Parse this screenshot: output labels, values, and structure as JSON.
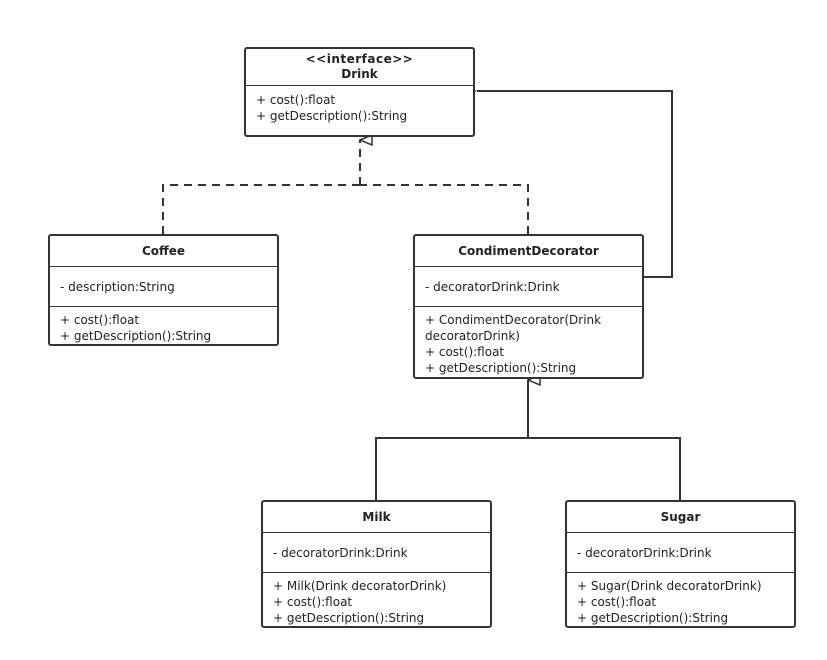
{
  "diagram": {
    "classes": {
      "drink": {
        "stereotype": "<<interface>>",
        "name": "Drink",
        "attributes": [],
        "methods": [
          "+ cost():float",
          "+ getDescription():String"
        ]
      },
      "coffee": {
        "name": "Coffee",
        "attributes": [
          "- description:String"
        ],
        "methods": [
          "+ cost():float",
          "+ getDescription():String"
        ]
      },
      "condiment_decorator": {
        "name": "CondimentDecorator",
        "attributes": [
          "- decoratorDrink:Drink"
        ],
        "methods": [
          "+ CondimentDecorator(Drink decoratorDrink)",
          "+ cost():float",
          "+ getDescription():String"
        ]
      },
      "milk": {
        "name": "Milk",
        "attributes": [
          "- decoratorDrink:Drink"
        ],
        "methods": [
          "+ Milk(Drink decoratorDrink)",
          "+ cost():float",
          "+ getDescription():String"
        ]
      },
      "sugar": {
        "name": "Sugar",
        "attributes": [
          "- decoratorDrink:Drink"
        ],
        "methods": [
          "+ Sugar(Drink decoratorDrink)",
          "+ cost():float",
          "+ getDescription():String"
        ]
      }
    },
    "relations": [
      {
        "type": "realization",
        "from": "Coffee",
        "to": "Drink"
      },
      {
        "type": "realization",
        "from": "CondimentDecorator",
        "to": "Drink"
      },
      {
        "type": "association",
        "from": "CondimentDecorator",
        "to": "Drink"
      },
      {
        "type": "generalization",
        "from": "Milk",
        "to": "CondimentDecorator"
      },
      {
        "type": "generalization",
        "from": "Sugar",
        "to": "CondimentDecorator"
      }
    ],
    "colors": {
      "stroke": "#333333",
      "text": "#222222",
      "background": "#ffffff"
    }
  }
}
